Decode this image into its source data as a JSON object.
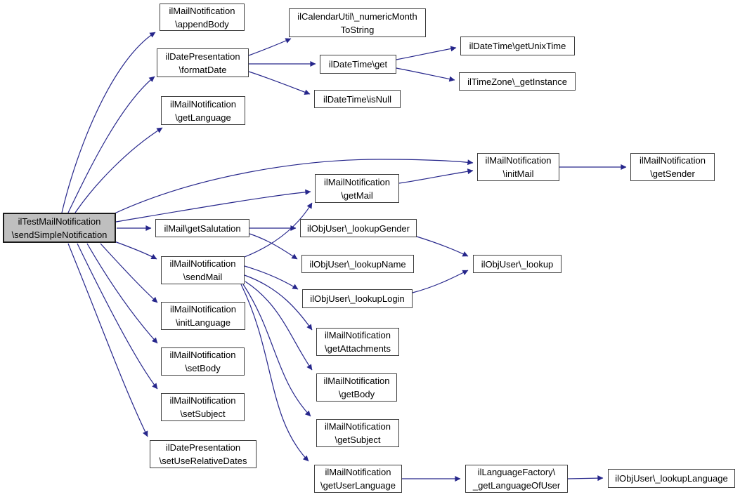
{
  "diagram": {
    "kind": "doxygen-call-graph",
    "background_color": "#ffffff",
    "edge_color": "#26268b",
    "node_fill_color": "#ffffff",
    "node_border_color": "#3f3f3f",
    "highlight_fill_color": "#bfbfbf",
    "text_color": "#000000"
  },
  "nodes": [
    {
      "id": "sendSimpleNotification",
      "label": "ilTestMailNotification\n\\sendSimpleNotification",
      "highlighted": true
    },
    {
      "id": "appendBody",
      "label": "ilMailNotification\n\\appendBody",
      "highlighted": false
    },
    {
      "id": "formatDate",
      "label": "ilDatePresentation\n\\formatDate",
      "highlighted": false
    },
    {
      "id": "numericMonthToString",
      "label": "ilCalendarUtil\\_numericMonth\nToString",
      "highlighted": false
    },
    {
      "id": "dateTimeGet",
      "label": "ilDateTime\\get",
      "highlighted": false
    },
    {
      "id": "getUnixTime",
      "label": "ilDateTime\\getUnixTime",
      "highlighted": false
    },
    {
      "id": "getInstance",
      "label": "ilTimeZone\\_getInstance",
      "highlighted": false
    },
    {
      "id": "isNull",
      "label": "ilDateTime\\isNull",
      "highlighted": false
    },
    {
      "id": "getLanguage",
      "label": "ilMailNotification\n\\getLanguage",
      "highlighted": false
    },
    {
      "id": "initMail",
      "label": "ilMailNotification\n\\initMail",
      "highlighted": false
    },
    {
      "id": "getSender",
      "label": "ilMailNotification\n\\getSender",
      "highlighted": false
    },
    {
      "id": "getMail",
      "label": "ilMailNotification\n\\getMail",
      "highlighted": false
    },
    {
      "id": "getSalutation",
      "label": "ilMail\\getSalutation",
      "highlighted": false
    },
    {
      "id": "lookupGender",
      "label": "ilObjUser\\_lookupGender",
      "highlighted": false
    },
    {
      "id": "lookupName",
      "label": "ilObjUser\\_lookupName",
      "highlighted": false
    },
    {
      "id": "lookup",
      "label": "ilObjUser\\_lookup",
      "highlighted": false
    },
    {
      "id": "lookupLogin",
      "label": "ilObjUser\\_lookupLogin",
      "highlighted": false
    },
    {
      "id": "sendMail",
      "label": "ilMailNotification\n\\sendMail",
      "highlighted": false
    },
    {
      "id": "initLanguage",
      "label": "ilMailNotification\n\\initLanguage",
      "highlighted": false
    },
    {
      "id": "getAttachments",
      "label": "ilMailNotification\n\\getAttachments",
      "highlighted": false
    },
    {
      "id": "setBody",
      "label": "ilMailNotification\n\\setBody",
      "highlighted": false
    },
    {
      "id": "getBody",
      "label": "ilMailNotification\n\\getBody",
      "highlighted": false
    },
    {
      "id": "setSubject",
      "label": "ilMailNotification\n\\setSubject",
      "highlighted": false
    },
    {
      "id": "getSubject",
      "label": "ilMailNotification\n\\getSubject",
      "highlighted": false
    },
    {
      "id": "setUseRelativeDates",
      "label": "ilDatePresentation\n\\setUseRelativeDates",
      "highlighted": false
    },
    {
      "id": "getUserLanguage",
      "label": "ilMailNotification\n\\getUserLanguage",
      "highlighted": false
    },
    {
      "id": "getLanguageOfUser",
      "label": "ilLanguageFactory\\\n_getLanguageOfUser",
      "highlighted": false
    },
    {
      "id": "lookupLanguage",
      "label": "ilObjUser\\_lookupLanguage",
      "highlighted": false
    }
  ],
  "edges": [
    {
      "from": "sendSimpleNotification",
      "to": "appendBody"
    },
    {
      "from": "sendSimpleNotification",
      "to": "formatDate"
    },
    {
      "from": "sendSimpleNotification",
      "to": "getLanguage"
    },
    {
      "from": "sendSimpleNotification",
      "to": "initMail"
    },
    {
      "from": "sendSimpleNotification",
      "to": "getMail"
    },
    {
      "from": "sendSimpleNotification",
      "to": "getSalutation"
    },
    {
      "from": "sendSimpleNotification",
      "to": "sendMail"
    },
    {
      "from": "sendSimpleNotification",
      "to": "initLanguage"
    },
    {
      "from": "sendSimpleNotification",
      "to": "setBody"
    },
    {
      "from": "sendSimpleNotification",
      "to": "setSubject"
    },
    {
      "from": "sendSimpleNotification",
      "to": "setUseRelativeDates"
    },
    {
      "from": "formatDate",
      "to": "numericMonthToString"
    },
    {
      "from": "formatDate",
      "to": "dateTimeGet"
    },
    {
      "from": "formatDate",
      "to": "isNull"
    },
    {
      "from": "dateTimeGet",
      "to": "getUnixTime"
    },
    {
      "from": "dateTimeGet",
      "to": "getInstance"
    },
    {
      "from": "getMail",
      "to": "initMail"
    },
    {
      "from": "initMail",
      "to": "getSender"
    },
    {
      "from": "getSalutation",
      "to": "lookupGender"
    },
    {
      "from": "getSalutation",
      "to": "lookupName"
    },
    {
      "from": "sendMail",
      "to": "getMail"
    },
    {
      "from": "sendMail",
      "to": "lookupLogin"
    },
    {
      "from": "sendMail",
      "to": "getAttachments"
    },
    {
      "from": "sendMail",
      "to": "getBody"
    },
    {
      "from": "sendMail",
      "to": "getSubject"
    },
    {
      "from": "sendMail",
      "to": "getUserLanguage"
    },
    {
      "from": "lookupGender",
      "to": "lookup"
    },
    {
      "from": "lookupLogin",
      "to": "lookup"
    },
    {
      "from": "getUserLanguage",
      "to": "getLanguageOfUser"
    },
    {
      "from": "getLanguageOfUser",
      "to": "lookupLanguage"
    }
  ]
}
